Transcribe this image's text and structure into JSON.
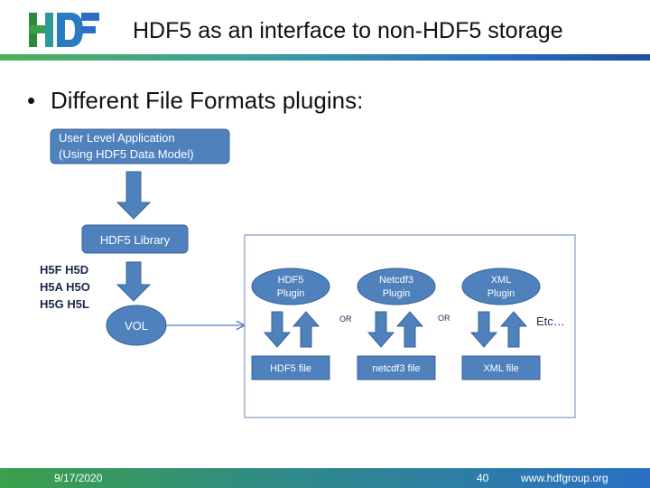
{
  "header": {
    "title": "HDF5 as an interface to non-HDF5 storage"
  },
  "bullet": {
    "symbol": "•",
    "text": "Different File Formats plugins:"
  },
  "diagram": {
    "app_box": {
      "line1": "User Level Application",
      "line2": "(Using HDF5 Data Model)"
    },
    "library_box": "HDF5 Library",
    "api_list": [
      "H5F H5D",
      "H5A H5O",
      "H5G H5L"
    ],
    "vol": "VOL",
    "plugins": [
      {
        "line1": "HDF5",
        "line2": "Plugin",
        "file": "HDF5 file"
      },
      {
        "line1": "Netcdf3",
        "line2": "Plugin",
        "file": "netcdf3 file"
      },
      {
        "line1": "XML",
        "line2": "Plugin",
        "file": "XML file"
      }
    ],
    "or_labels": [
      "OR",
      "OR"
    ],
    "etc": "Etc…"
  },
  "colors": {
    "box_fill": "#4f81bd",
    "box_stroke": "#3a6496",
    "panel_stroke": "#9bb0cc",
    "text_dark": "#1a2a4a"
  },
  "footer": {
    "date": "9/17/2020",
    "page": "40",
    "url": "www.hdfgroup.org"
  }
}
